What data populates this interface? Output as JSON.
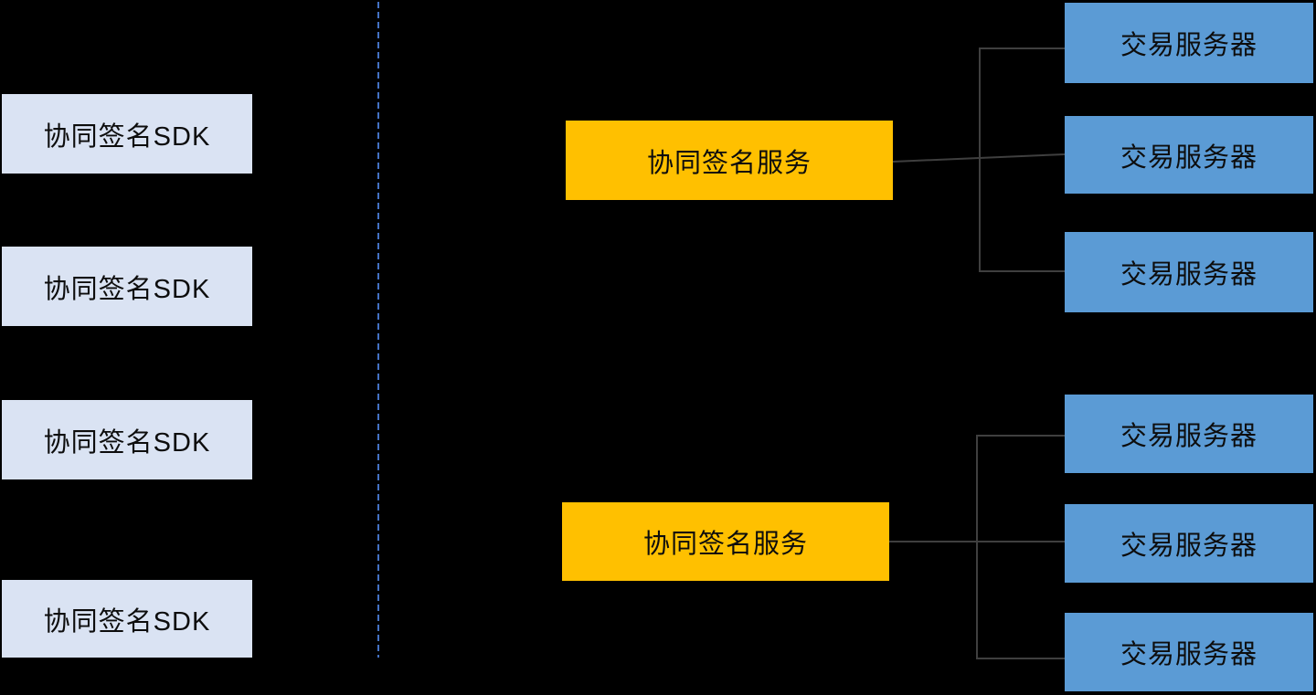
{
  "diagram": {
    "title": "collaborative-signing-architecture",
    "left_zone": {
      "sdk_nodes": [
        {
          "label": "协同签名SDK"
        },
        {
          "label": "协同签名SDK"
        },
        {
          "label": "协同签名SDK"
        },
        {
          "label": "协同签名SDK"
        }
      ]
    },
    "right_zone": {
      "service_nodes": [
        {
          "label": "协同签名服务"
        },
        {
          "label": "协同签名服务"
        }
      ],
      "server_nodes": [
        {
          "label": "交易服务器"
        },
        {
          "label": "交易服务器"
        },
        {
          "label": "交易服务器"
        },
        {
          "label": "交易服务器"
        },
        {
          "label": "交易服务器"
        },
        {
          "label": "交易服务器"
        }
      ]
    },
    "colors": {
      "background": "#000000",
      "sdk_box": "#dae3f3",
      "service_box": "#ffc000",
      "server_box": "#5b9bd5",
      "connector_line": "#3f3f3f",
      "divider_line": "#4472c4",
      "box_text": "#0d0d0d"
    }
  }
}
